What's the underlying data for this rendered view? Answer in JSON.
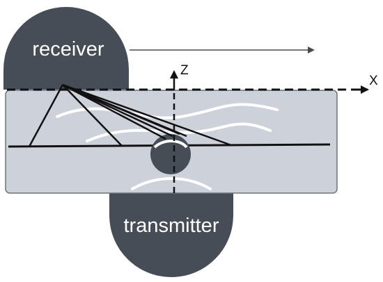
{
  "labels": {
    "receiver": "receiver",
    "transmitter": "transmitter",
    "axis_z": "Z",
    "axis_x": "X"
  },
  "colors": {
    "transducer_fill": "#474d56",
    "plate_fill": "#cdd2da",
    "plate_stroke": "#6d737b",
    "wave_stroke": "#ffffff",
    "line_dark": "#111111",
    "arrow_gray": "#4a4a4a",
    "background": "#ffffff"
  },
  "icons": {
    "receiver": "half-disc-transducer",
    "transmitter": "half-disc-transducer",
    "scatterer": "circular-inclusion"
  }
}
